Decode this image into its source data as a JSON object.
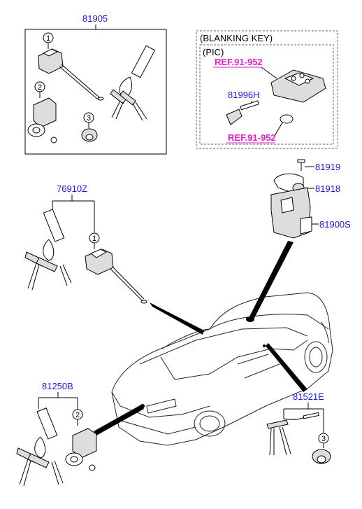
{
  "labels": {
    "p81905": "81905",
    "blanking_key": "(BLANKING KEY)",
    "pic": "(PIC)",
    "ref_top": "REF.91-952",
    "p81996H": "81996H",
    "ref_bottom": "REF.91-952",
    "p81919": "81919",
    "p81918": "81918",
    "p81900S": "81900S",
    "p76910Z": "76910Z",
    "p81250B": "81250B",
    "p81521E": "81521E"
  },
  "callouts": {
    "c1a": "1",
    "c2a": "2",
    "c3a": "3",
    "c1b": "1",
    "c2b": "2",
    "c3b": "3"
  },
  "colors": {
    "part_number": "#1a1adb",
    "reference": "#e020c8"
  }
}
